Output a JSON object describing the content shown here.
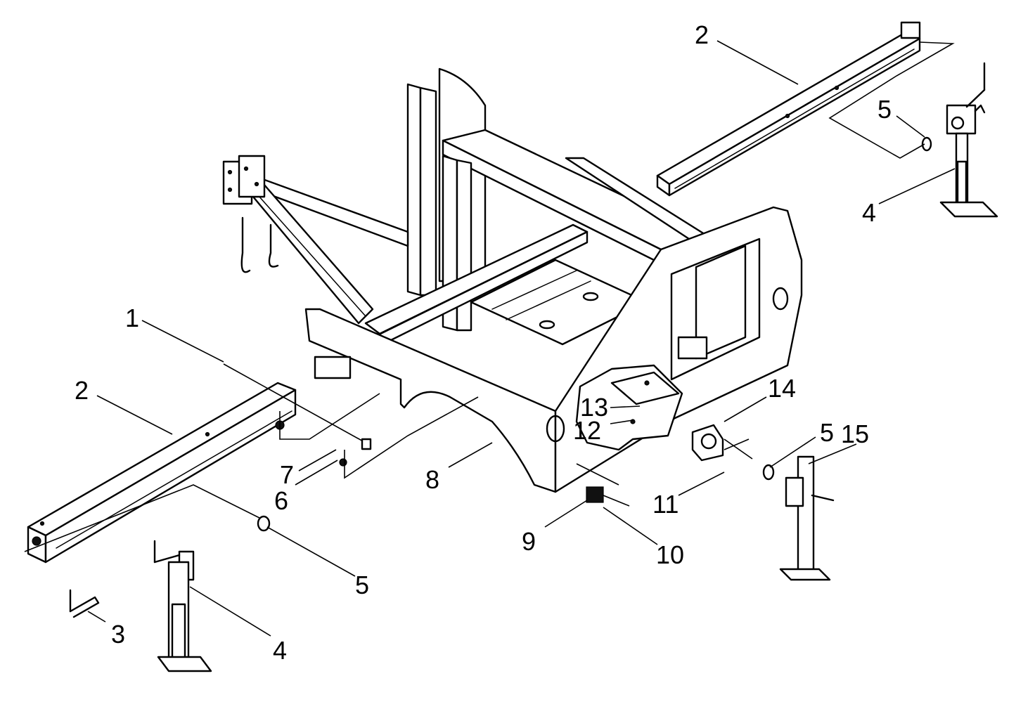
{
  "callouts": {
    "c1": "1",
    "c2_left": "2",
    "c2_right": "2",
    "c3": "3",
    "c4_left": "4",
    "c4_right": "4",
    "c5_left": "5",
    "c5_right_top": "5",
    "c5_right_mid": "5",
    "c6": "6",
    "c7": "7",
    "c8": "8",
    "c9": "9",
    "c10": "10",
    "c11": "11",
    "c12": "12",
    "c13": "13",
    "c14": "14",
    "c15": "15"
  }
}
